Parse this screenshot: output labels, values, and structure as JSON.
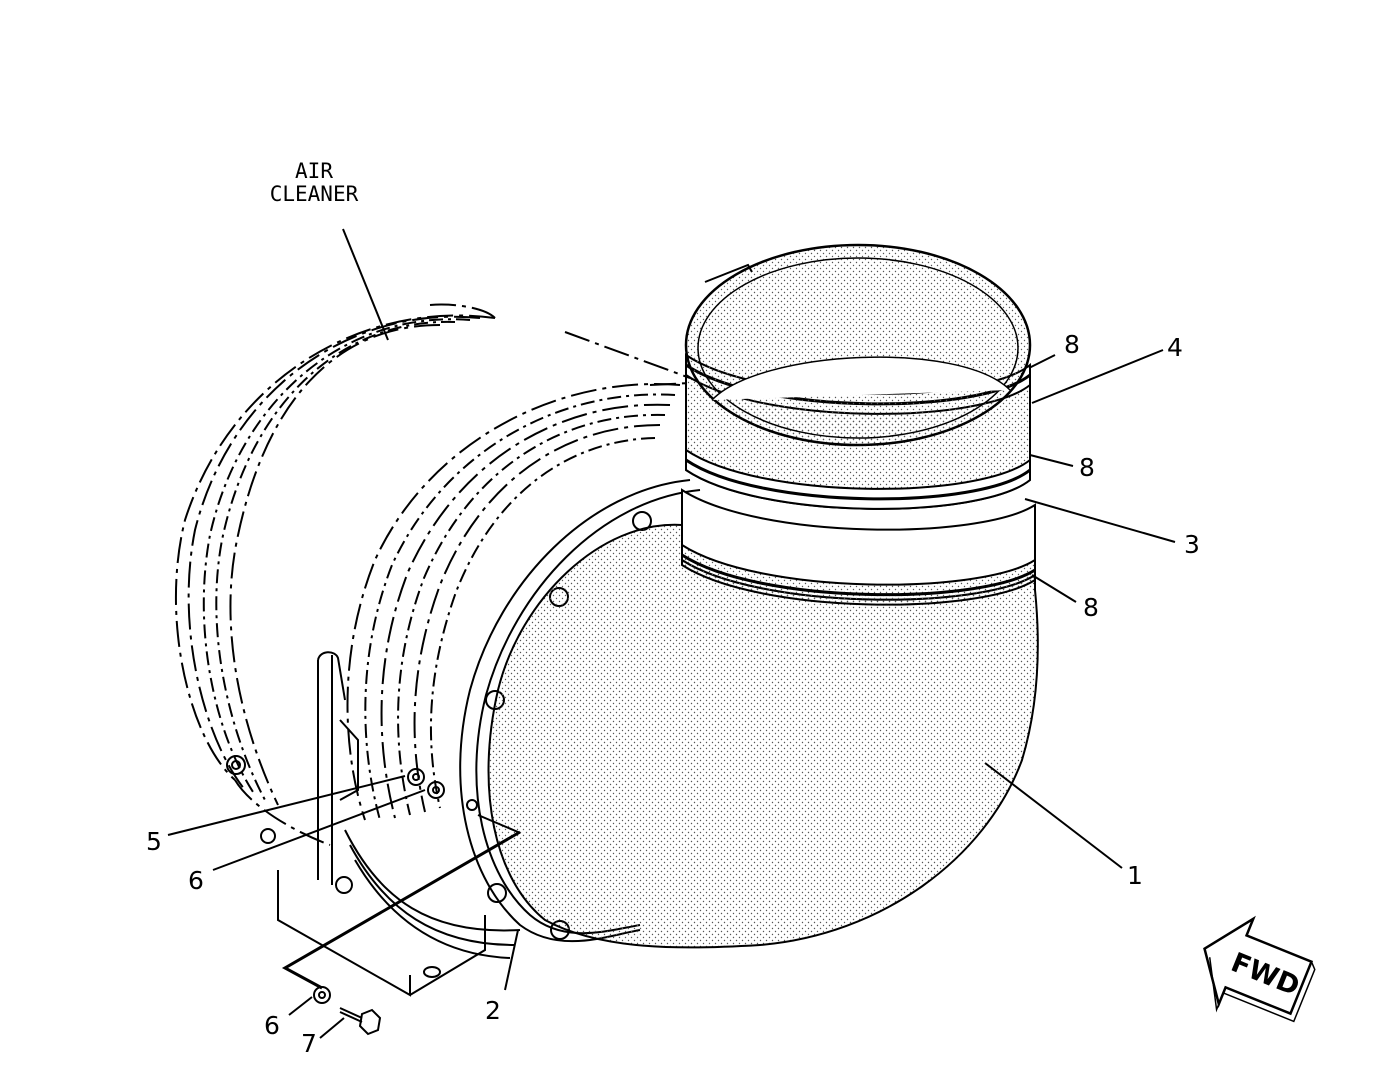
{
  "diagram": {
    "reference_label": {
      "line1": "AIR",
      "line2": "CLEANER"
    },
    "direction_arrow": "FWD",
    "callouts": [
      {
        "id": "c1",
        "text": "1"
      },
      {
        "id": "c2",
        "text": "2"
      },
      {
        "id": "c3",
        "text": "3"
      },
      {
        "id": "c4",
        "text": "4"
      },
      {
        "id": "c5",
        "text": "5"
      },
      {
        "id": "c6a",
        "text": "6"
      },
      {
        "id": "c6b",
        "text": "6"
      },
      {
        "id": "c7",
        "text": "7"
      },
      {
        "id": "c8a",
        "text": "8"
      },
      {
        "id": "c8b",
        "text": "8"
      },
      {
        "id": "c8c",
        "text": "8"
      }
    ]
  }
}
